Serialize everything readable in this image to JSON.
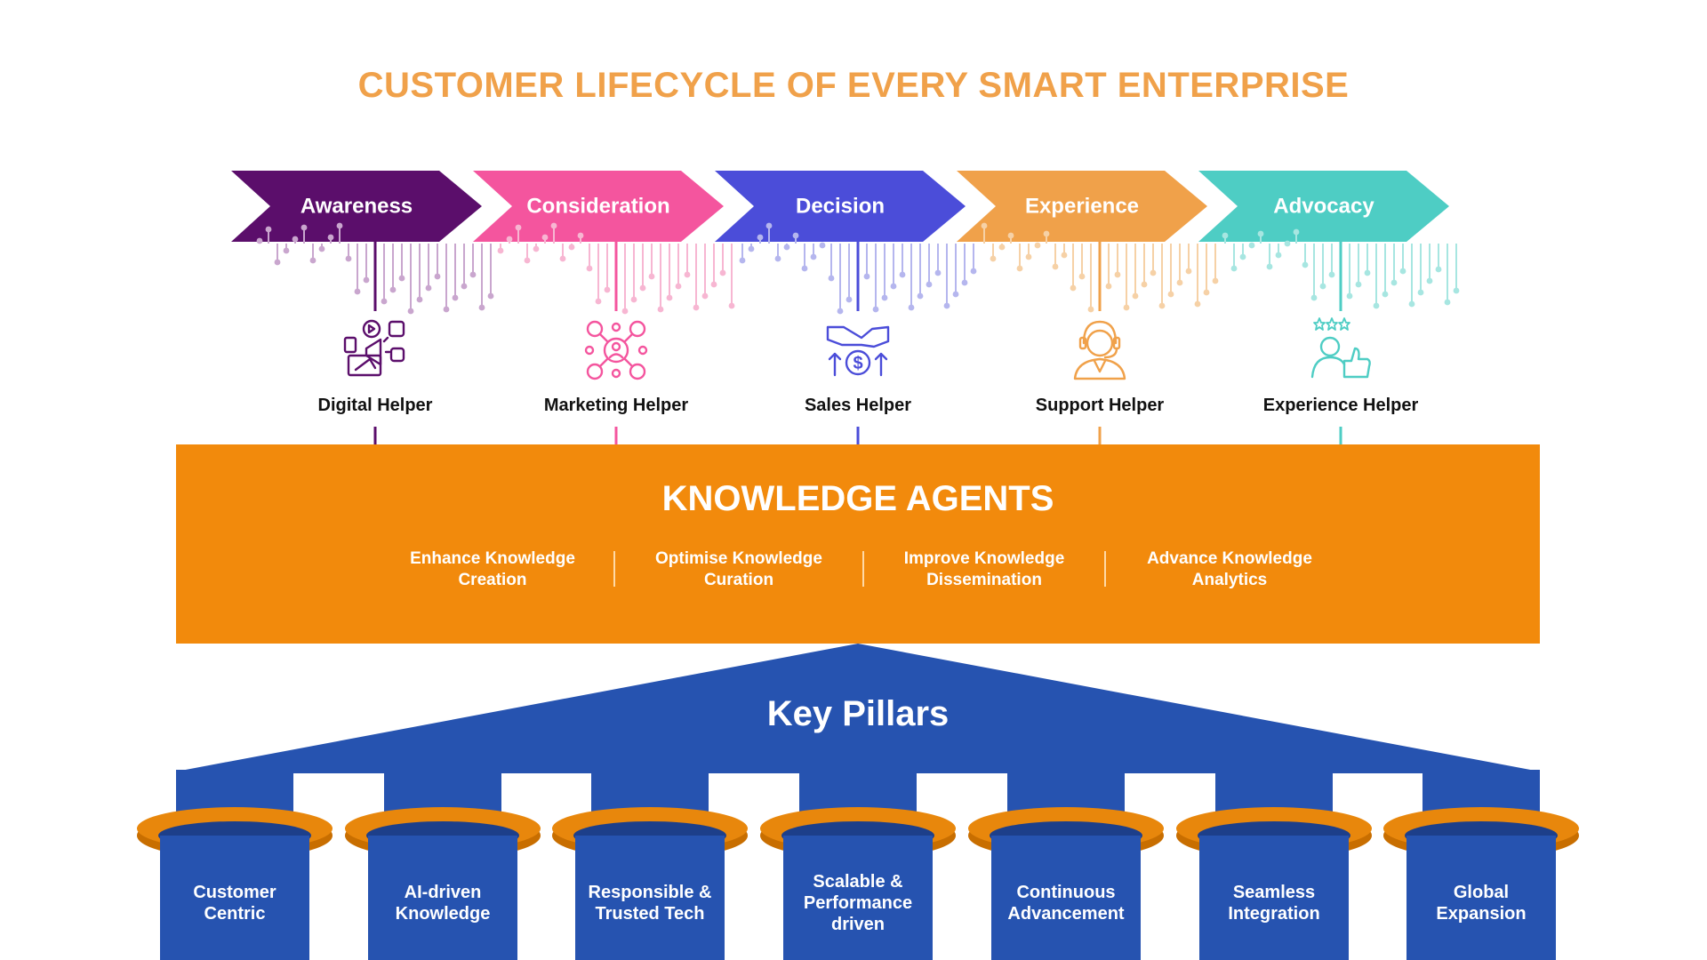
{
  "title": "CUSTOMER LIFECYCLE OF EVERY SMART ENTERPRISE",
  "colors": {
    "title": "#F0A14A",
    "knowledge_agents_bg": "#F28A0C",
    "pillars_blue": "#2653B0",
    "pillar_cap": "#E8870C",
    "pillar_cap_edge": "#C86E00"
  },
  "stages": [
    {
      "label": "Awareness",
      "color": "#5B0E6B",
      "light": "#C9A6CE",
      "helper": "Digital Helper",
      "icon": "digital-marketing-icon"
    },
    {
      "label": "Consideration",
      "color": "#F4559E",
      "light": "#F7B6D2",
      "helper": "Marketing Helper",
      "icon": "marketing-network-icon"
    },
    {
      "label": "Decision",
      "color": "#4B4DD9",
      "light": "#B5B6EE",
      "helper": "Sales Helper",
      "icon": "handshake-dollar-icon"
    },
    {
      "label": "Experience",
      "color": "#F0A14A",
      "light": "#F6D1A6",
      "helper": "Support Helper",
      "icon": "support-headset-icon"
    },
    {
      "label": "Advocacy",
      "color": "#4ECDC4",
      "light": "#A7E6E1",
      "helper": "Experience Helper",
      "icon": "thumbs-up-rating-icon"
    }
  ],
  "knowledge_agents": {
    "title": "KNOWLEDGE AGENTS",
    "items": [
      {
        "line1": "Enhance Knowledge",
        "line2": "Creation"
      },
      {
        "line1": "Optimise Knowledge",
        "line2": "Curation"
      },
      {
        "line1": "Improve Knowledge",
        "line2": "Dissemination"
      },
      {
        "line1": "Advance Knowledge",
        "line2": "Analytics"
      }
    ]
  },
  "key_pillars": {
    "title": "Key Pillars",
    "pillars": [
      [
        "Customer",
        "Centric"
      ],
      [
        "AI-driven",
        "Knowledge"
      ],
      [
        "Responsible &",
        "Trusted Tech"
      ],
      [
        "Scalable &",
        "Performance",
        "driven"
      ],
      [
        "Continuous",
        "Advancement"
      ],
      [
        "Seamless",
        "Integration"
      ],
      [
        "Global",
        "Expansion"
      ]
    ]
  }
}
